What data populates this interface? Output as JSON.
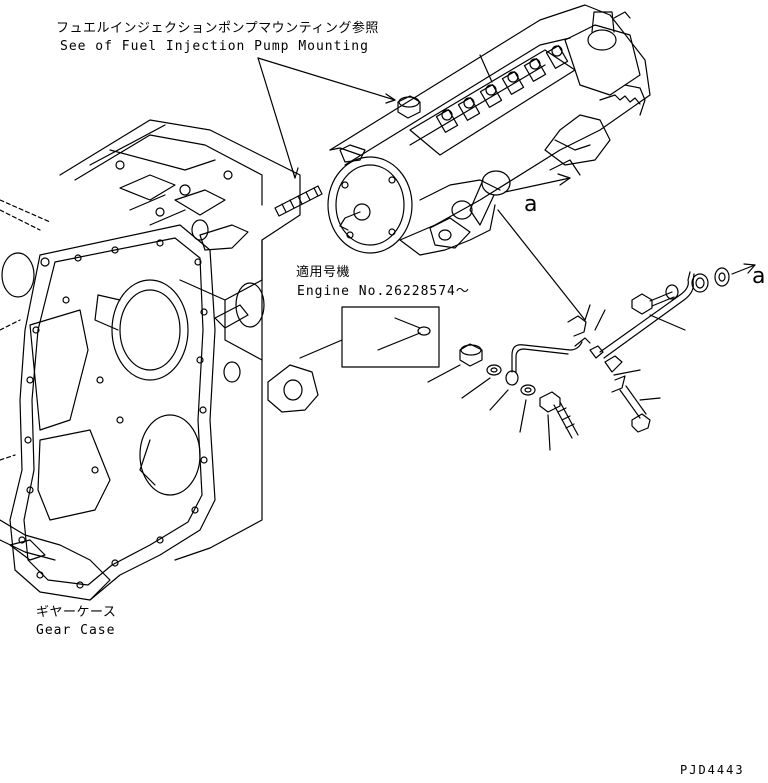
{
  "refs": {
    "pump_mounting_jp": "フュエルインジェクションポンプマウンティング参照",
    "pump_mounting_en": "See of Fuel Injection Pump Mounting"
  },
  "applicable": {
    "jp": "適用号機",
    "en": "Engine No.26228574～"
  },
  "gear_case": {
    "jp": "ギヤーケース",
    "en": "Gear Case"
  },
  "markers": {
    "a1": "a",
    "a2": "a"
  },
  "drawing_code": "PJD4443"
}
